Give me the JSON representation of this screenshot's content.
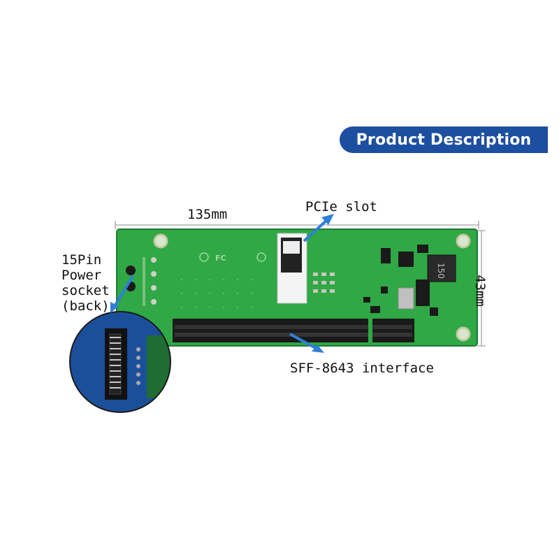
{
  "banner": {
    "title": "Product Description"
  },
  "labels": {
    "width": "135mm",
    "height": "43mm",
    "pcie_slot": "PCIe slot",
    "sff_interface": "SFF-8643 interface",
    "power_line1": "15Pin",
    "power_line2": "Power",
    "power_line3": "socket",
    "power_line4": "(back)"
  },
  "board": {
    "chip_marking": "150"
  },
  "colors": {
    "banner": "#1d4fa0",
    "pcb": "#2fa845",
    "arrow": "#2f7fd8",
    "slot": "#1a1a1a",
    "inset_bg": "#1b4f9a"
  }
}
